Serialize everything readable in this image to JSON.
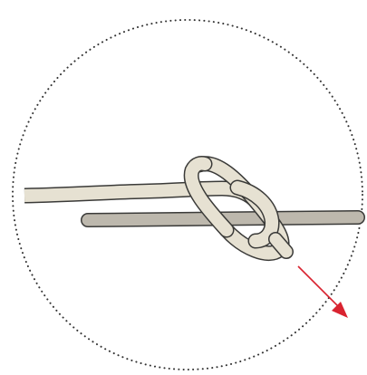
{
  "diagram": {
    "subject": "knot-tying-step",
    "elements": [
      {
        "name": "magnifier-circle",
        "style": "dotted"
      },
      {
        "name": "standing-line"
      },
      {
        "name": "tag-end"
      },
      {
        "name": "knot-loop"
      },
      {
        "name": "pull-direction-arrow"
      }
    ]
  },
  "colors": {
    "background": "#ffffff",
    "circle_dots": "#333333",
    "standing_line_fill": "#e6e1d2",
    "tag_end_fill": "#bdb8ad",
    "rope_outline": "#3a3a38",
    "arrow": "#d92330"
  },
  "icons": {
    "circle": "dotted-circle-icon",
    "arrow": "arrow-down-right-icon"
  }
}
